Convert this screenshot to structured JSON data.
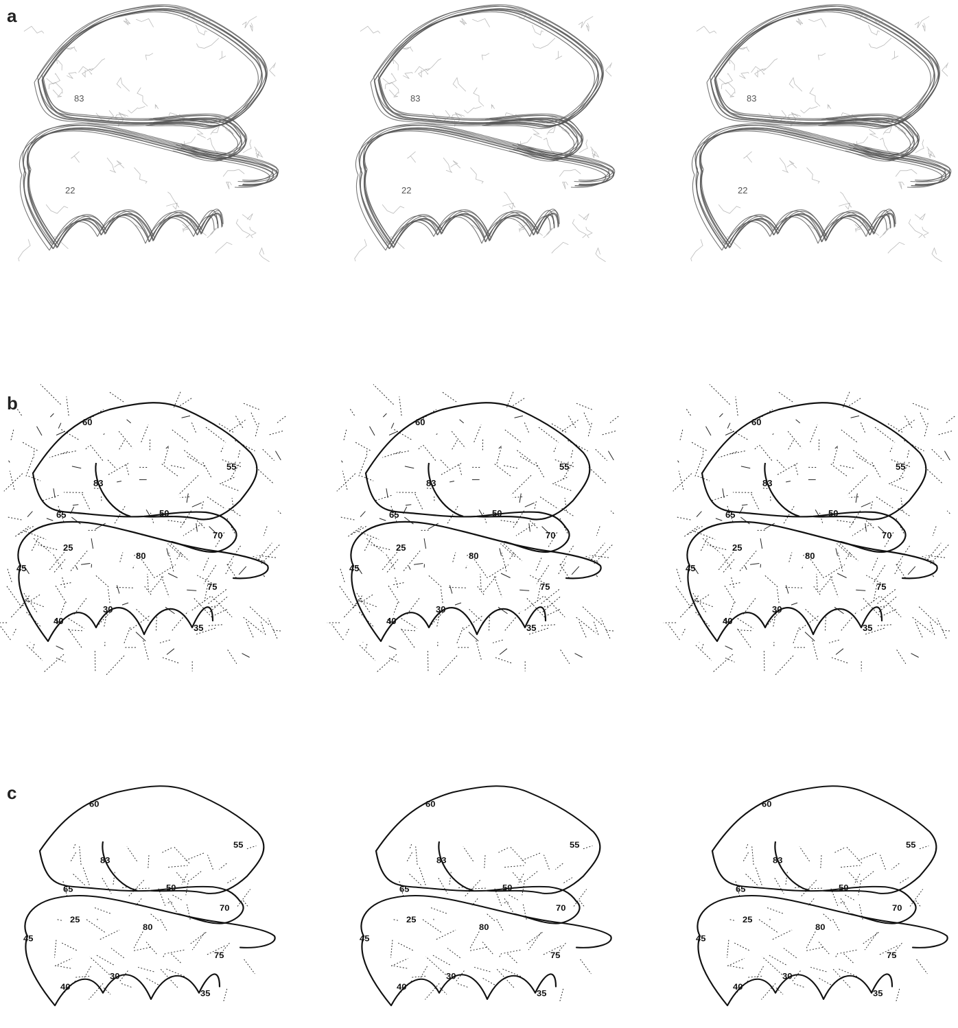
{
  "panels": [
    {
      "id": "a",
      "label": "a",
      "style": "ensemble-trace",
      "trace_color": "#555555",
      "residue_labels": [
        "83",
        "22"
      ]
    },
    {
      "id": "b",
      "label": "b",
      "style": "ribbon-with-noe-restraints",
      "trace_color": "#111111",
      "residue_labels": [
        "60",
        "55",
        "83",
        "65",
        "50",
        "70",
        "25",
        "80",
        "45",
        "75",
        "40",
        "30",
        "35"
      ]
    },
    {
      "id": "c",
      "label": "c",
      "style": "ribbon-with-selected-restraints",
      "trace_color": "#111111",
      "residue_labels": [
        "60",
        "55",
        "83",
        "65",
        "50",
        "70",
        "25",
        "80",
        "45",
        "75",
        "40",
        "30",
        "35"
      ]
    }
  ]
}
